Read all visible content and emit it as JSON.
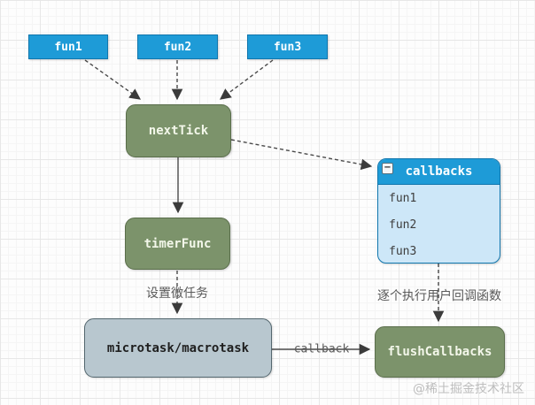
{
  "diagram": {
    "nodes": {
      "fun1": "fun1",
      "fun2": "fun2",
      "fun3": "fun3",
      "nextTick": "nextTick",
      "timerFunc": "timerFunc",
      "microtask": "microtask/macrotask",
      "flushCallbacks": "flushCallbacks",
      "callbacks": {
        "title": "callbacks",
        "collapse_icon": "minus-icon",
        "items": [
          "fun1",
          "fun2",
          "fun3"
        ]
      }
    },
    "edge_labels": {
      "set_microtask": "设置微任务",
      "run_callbacks": "逐个执行用户回调函数",
      "callback": "callback"
    },
    "watermark": "@稀土掘金技术社区",
    "colors": {
      "blue_fill": "#1e9bd7",
      "blue_border": "#1076ad",
      "green_fill": "#7c936b",
      "green_border": "#5a6e4b",
      "green_text": "#f3f7ea",
      "panel_body_fill": "#cde7f8",
      "gray_fill": "#b8c7cf",
      "gray_border": "#53666e",
      "edge_stroke": "#4a4a4a",
      "label_text": "#595959",
      "watermark_text": "#bdbdbd"
    }
  }
}
